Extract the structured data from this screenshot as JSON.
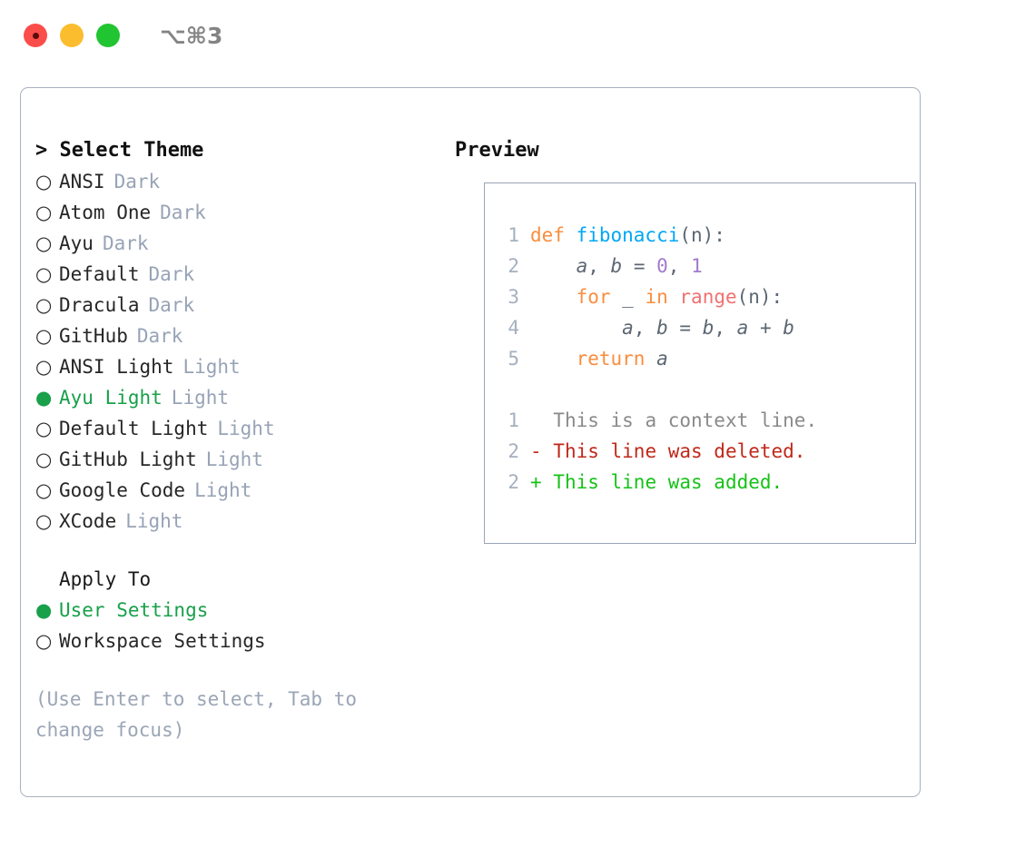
{
  "titlebar": {
    "shortcut": "⌥⌘3",
    "buttons": [
      "close",
      "minimize",
      "zoom"
    ]
  },
  "theme_panel": {
    "heading": "> Select Theme",
    "options": [
      {
        "marker": "○",
        "label": "ANSI",
        "tag": "Dark",
        "selected": false
      },
      {
        "marker": "○",
        "label": "Atom One",
        "tag": "Dark",
        "selected": false
      },
      {
        "marker": "○",
        "label": "Ayu",
        "tag": "Dark",
        "selected": false
      },
      {
        "marker": "○",
        "label": "Default",
        "tag": "Dark",
        "selected": false
      },
      {
        "marker": "○",
        "label": "Dracula",
        "tag": "Dark",
        "selected": false
      },
      {
        "marker": "○",
        "label": "GitHub",
        "tag": "Dark",
        "selected": false
      },
      {
        "marker": "○",
        "label": "ANSI Light",
        "tag": "Light",
        "selected": false
      },
      {
        "marker": "●",
        "label": "Ayu Light",
        "tag": "Light",
        "selected": true
      },
      {
        "marker": "○",
        "label": "Default Light",
        "tag": "Light",
        "selected": false
      },
      {
        "marker": "○",
        "label": "GitHub Light",
        "tag": "Light",
        "selected": false
      },
      {
        "marker": "○",
        "label": "Google Code",
        "tag": "Light",
        "selected": false
      },
      {
        "marker": "○",
        "label": "XCode",
        "tag": "Light",
        "selected": false
      }
    ]
  },
  "apply_to": {
    "heading": "Apply To",
    "options": [
      {
        "marker": "●",
        "label": "User Settings",
        "selected": true
      },
      {
        "marker": "○",
        "label": "Workspace Settings",
        "selected": false
      }
    ]
  },
  "hint": "(Use Enter to select, Tab to change focus)",
  "preview": {
    "heading": "Preview",
    "code_lines": [
      {
        "number": "1",
        "tokens": [
          {
            "text": "def ",
            "type": "kw"
          },
          {
            "text": "fibonacci",
            "type": "fn"
          },
          {
            "text": "(n):",
            "type": "punc"
          }
        ]
      },
      {
        "number": "2",
        "tokens": [
          {
            "text": "    ",
            "type": "punc"
          },
          {
            "text": "a",
            "type": "id"
          },
          {
            "text": ", ",
            "type": "punc"
          },
          {
            "text": "b",
            "type": "id"
          },
          {
            "text": " = ",
            "type": "punc"
          },
          {
            "text": "0",
            "type": "num"
          },
          {
            "text": ", ",
            "type": "punc"
          },
          {
            "text": "1",
            "type": "num"
          }
        ]
      },
      {
        "number": "3",
        "tokens": [
          {
            "text": "    ",
            "type": "punc"
          },
          {
            "text": "for",
            "type": "kw"
          },
          {
            "text": " _ ",
            "type": "punc"
          },
          {
            "text": "in",
            "type": "kw"
          },
          {
            "text": " ",
            "type": "punc"
          },
          {
            "text": "range",
            "type": "bi"
          },
          {
            "text": "(n):",
            "type": "punc"
          }
        ]
      },
      {
        "number": "4",
        "tokens": [
          {
            "text": "        ",
            "type": "punc"
          },
          {
            "text": "a",
            "type": "id"
          },
          {
            "text": ", ",
            "type": "punc"
          },
          {
            "text": "b",
            "type": "id"
          },
          {
            "text": " = ",
            "type": "punc"
          },
          {
            "text": "b",
            "type": "id"
          },
          {
            "text": ", ",
            "type": "punc"
          },
          {
            "text": "a",
            "type": "id"
          },
          {
            "text": " + ",
            "type": "punc"
          },
          {
            "text": "b",
            "type": "id"
          }
        ]
      },
      {
        "number": "5",
        "tokens": [
          {
            "text": "    ",
            "type": "punc"
          },
          {
            "text": "return",
            "type": "kw"
          },
          {
            "text": " ",
            "type": "punc"
          },
          {
            "text": "a",
            "type": "id"
          }
        ]
      }
    ],
    "diff_lines": [
      {
        "number": "1",
        "sign": "  ",
        "text": "This is a context line.",
        "type": "ctx"
      },
      {
        "number": "2",
        "sign": "- ",
        "text": "This line was deleted.",
        "type": "del"
      },
      {
        "number": "2",
        "sign": "+ ",
        "text": "This line was added.",
        "type": "add"
      }
    ]
  },
  "colors": {
    "keyword": "#FA8D3E",
    "function": "#00A7F5",
    "number": "#A37ACC",
    "builtin": "#F07171",
    "identifier": "#5C6773",
    "selected_green": "#18A04A",
    "tag_grey": "#97A3B6",
    "diff_deleted": "#C0281A",
    "diff_added": "#16C217",
    "line_number": "#A5B0BF",
    "border": "#A9B2C0"
  }
}
